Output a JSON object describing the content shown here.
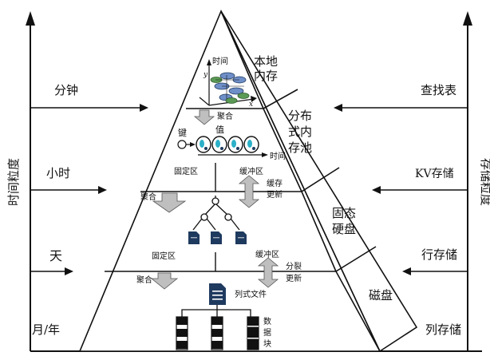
{
  "left_axis": {
    "title": "时间粒度",
    "levels": [
      "分钟",
      "小时",
      "天",
      "月/年"
    ]
  },
  "right_axis": {
    "title": "存储粒度",
    "levels": [
      "查找表",
      "KV存储",
      "行存储",
      "列存储"
    ]
  },
  "tiers": [
    {
      "label_lines": [
        "本地",
        "内存"
      ]
    },
    {
      "label_lines": [
        "分布",
        "式内",
        "存池"
      ]
    },
    {
      "label_lines": [
        "固态",
        "硬盘"
      ]
    },
    {
      "label_lines": [
        "磁盘"
      ]
    }
  ],
  "annotations": {
    "time_top": "时间",
    "y_axis": "y",
    "x_axis": "x",
    "aggregate": "聚合",
    "key": "键",
    "value": "值",
    "time_line": "时间",
    "fixed_zone": "固定区",
    "buffer_zone": "缓冲区",
    "cache_update": [
      "缓存",
      "更新"
    ],
    "split_update": [
      "分裂",
      "更新"
    ],
    "columnar_file": "列式文件",
    "data_block": [
      "数",
      "据",
      "块"
    ]
  },
  "colors": {
    "line": "#111111",
    "gray_arrow": "#bfbfbf",
    "doc_blue": "#1f3a5f",
    "node_blue": "#6f8fc8",
    "node_green": "#5a9a55",
    "ring_cyan": "#2bb0c8"
  }
}
